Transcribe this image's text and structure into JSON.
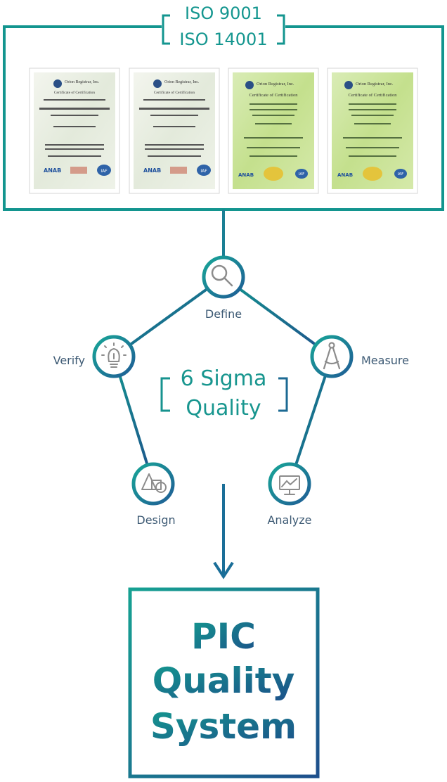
{
  "iso": {
    "line1": "ISO 9001",
    "line2": "ISO 14001"
  },
  "certificates": [
    {
      "issuer": "Orion Registrar, Inc.",
      "title": "Certificate of Certification",
      "style": "korean",
      "mark_left": "ANAB",
      "mark_right": "IAF"
    },
    {
      "issuer": "Orion Registrar, Inc.",
      "title": "Certificate of Certification",
      "style": "korean",
      "mark_left": "ANAB",
      "mark_right": "IAF"
    },
    {
      "issuer": "Orion Registrar, Inc.",
      "title": "Certificate of Certification",
      "style": "english",
      "mark_left": "ANAB",
      "mark_right": "IAF"
    },
    {
      "issuer": "Orion Registrar, Inc.",
      "title": "Certificate of Certification",
      "style": "english",
      "mark_left": "ANAB",
      "mark_right": "IAF"
    }
  ],
  "cycle": {
    "center_line1": "6 Sigma",
    "center_line2": "Quality",
    "steps": [
      {
        "label": "Define",
        "icon": "magnifier-icon"
      },
      {
        "label": "Measure",
        "icon": "compass-icon"
      },
      {
        "label": "Analyze",
        "icon": "chart-monitor-icon"
      },
      {
        "label": "Design",
        "icon": "shapes-icon"
      },
      {
        "label": "Verify",
        "icon": "lightbulb-icon"
      }
    ]
  },
  "result": {
    "line1": "PIC",
    "line2": "Quality",
    "line3": "System"
  },
  "colors": {
    "teal": "#13958f",
    "navy": "#1e4f8c",
    "text": "#3d5a74"
  }
}
